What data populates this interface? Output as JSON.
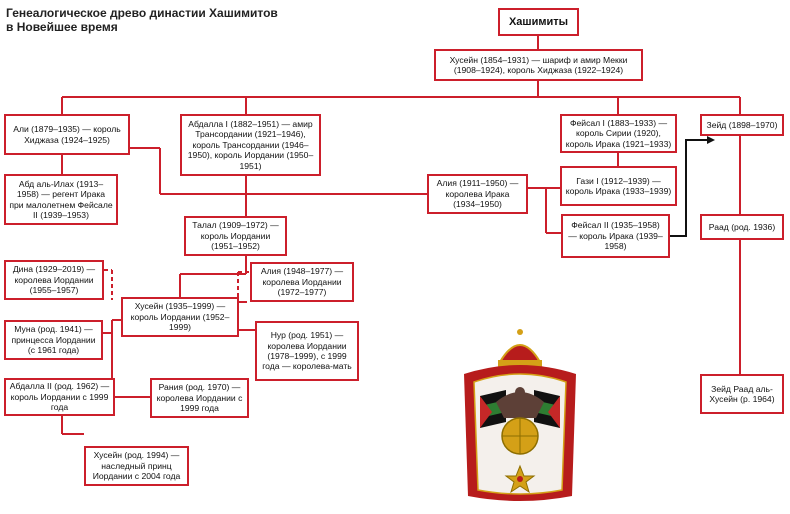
{
  "title": {
    "line1": "Генеалогическое древо династии Хашимитов",
    "line2": "в Новейшее время"
  },
  "colors": {
    "line": "#cc1f2b",
    "arrow": "#111111",
    "emblem_red": "#b71c1c",
    "emblem_gold": "#d4a017"
  },
  "emblem": {
    "name": "jordan-coat-of-arms"
  },
  "persons": {
    "hashemites": "Хашимиты",
    "hussein_1854": "Хусейн (1854–1931) — шариф и амир Мекки (1908–1924), король Хиджаза (1922–1924)",
    "ali_1879": "Али (1879–1935) — король Хиджаза (1924–1925)",
    "abdalla_1882": "Абдалла I (1882–1951) — амир Трансордании (1921–1946), король Трансордании (1946–1950), король Иордании (1950–1951)",
    "faisal_1883": "Фейсал I (1883–1933) — король Сирии (1920), король Ирака (1921–1933)",
    "zeid_1898": "Зейд (1898–1970)",
    "abd_al_ilah": "Абд аль-Илах (1913–1958) — регент Ирака при малолетнем Фейсале II (1939–1953)",
    "alia_1911": "Алия (1911–1950) — королева Ирака (1934–1950)",
    "ghazi_1912": "Гази I (1912–1939) — король Ирака (1933–1939)",
    "talal_1909": "Талал (1909–1972) — король Иордании (1951–1952)",
    "faisal_1935": "Фейсал II (1935–1958) — король Ирака (1939–1958)",
    "raad_1936": "Раад (род. 1936)",
    "dina_1929": "Дина (1929–2019) — королева Иордании (1955–1957)",
    "alia_1948": "Алия (1948–1977) — королева Иордании (1972–1977)",
    "hussein_1935": "Хусейн (1935–1999) — король Иордании (1952–1999)",
    "muna_1941": "Муна (род. 1941) — принцесса Иордании (с 1961 года)",
    "noor_1951": "Нур (род. 1951) — королева Иордании (1978–1999), с 1999 года — королева-мать",
    "abdalla_1962": "Абдалла II (род. 1962) — король Иордании с 1999 года",
    "rania_1970": "Рания (род. 1970) — королева Иордании с 1999 года",
    "hussein_1994": "Хусейн (род. 1994) — наследный принц Иордании с 2004 года",
    "zeid_raad": "Зейд Раад аль-Хусейн (р. 1964)"
  }
}
